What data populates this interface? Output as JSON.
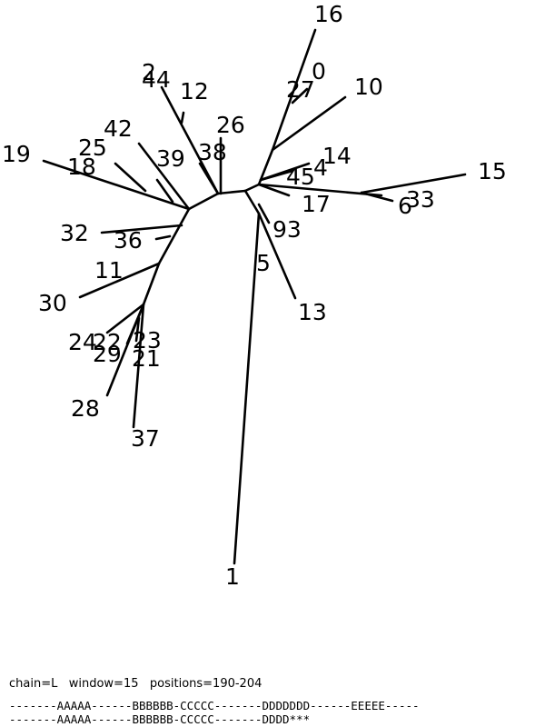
{
  "tree": {
    "labels": [
      "16",
      "0",
      "27",
      "10",
      "44",
      "2",
      "12",
      "26",
      "42",
      "38",
      "14",
      "25",
      "39",
      "4",
      "45",
      "15",
      "19",
      "18",
      "33",
      "6",
      "17",
      "93",
      "32",
      "36",
      "11",
      "5",
      "30",
      "13",
      "24",
      "22",
      "23",
      "29",
      "21",
      "28",
      "37",
      "1"
    ]
  },
  "caption": {
    "info": "chain=L   window=15   positions=190-204"
  },
  "sequence": {
    "line1": "-------AAAAA------BBBBBB-CCCCC-------DDDDDDD------EEEEE-----",
    "line2": "-------AAAAA------BBBBBB-CCCCC-------DDDD***"
  }
}
